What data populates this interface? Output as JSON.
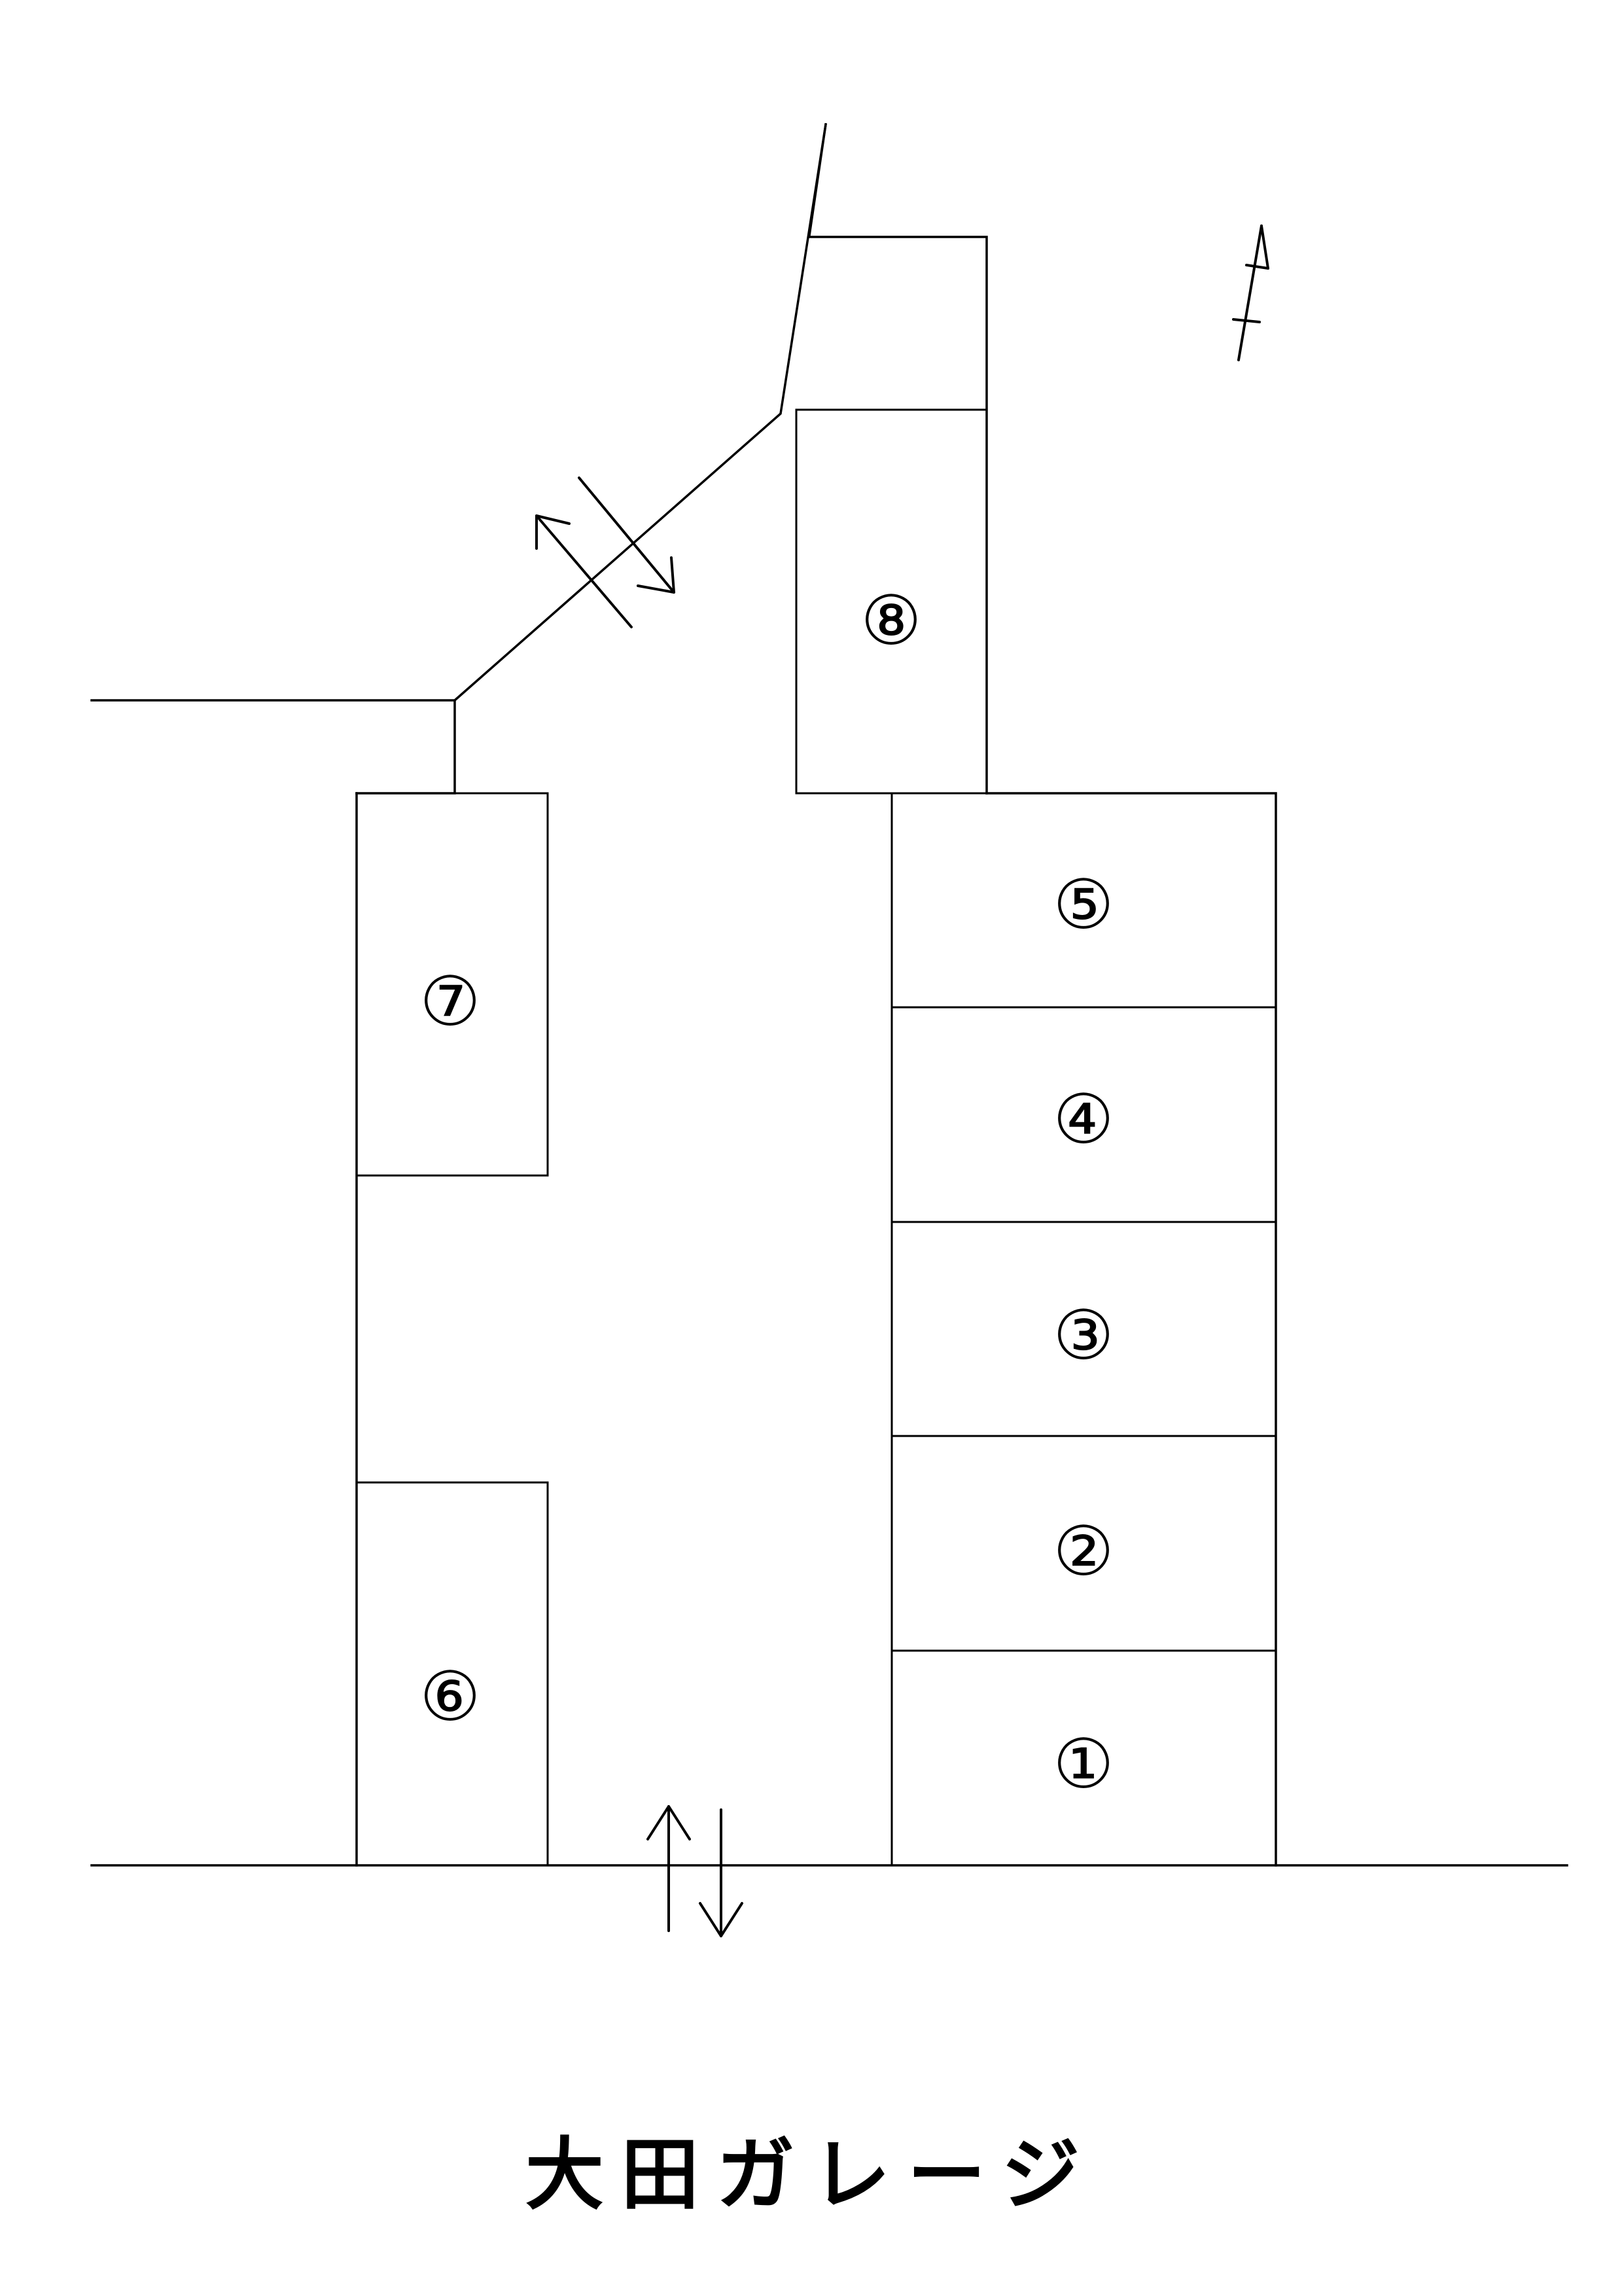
{
  "title": "大田ガレージ",
  "slots": [
    {
      "id": "slot-1",
      "label": "①"
    },
    {
      "id": "slot-2",
      "label": "②"
    },
    {
      "id": "slot-3",
      "label": "③"
    },
    {
      "id": "slot-4",
      "label": "④"
    },
    {
      "id": "slot-5",
      "label": "⑤"
    },
    {
      "id": "slot-6",
      "label": "⑥"
    },
    {
      "id": "slot-7",
      "label": "⑦"
    },
    {
      "id": "slot-8",
      "label": "⑧"
    }
  ]
}
